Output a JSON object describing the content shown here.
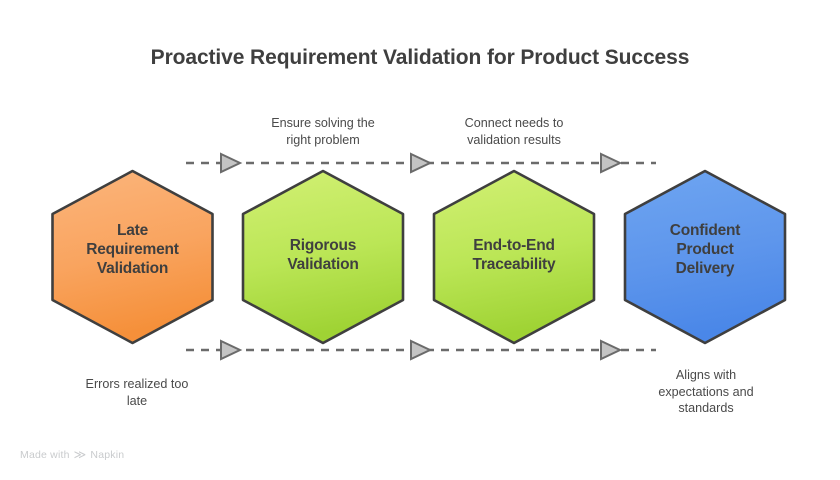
{
  "page": {
    "title": "Proactive Requirement Validation for Product Success",
    "background_color": "#ffffff",
    "title_color": "#3f3f3f"
  },
  "diagram": {
    "type": "horizontal-flow",
    "shape": "hexagon",
    "nodes": [
      {
        "id": "late-requirement-validation",
        "label_lines": [
          "Late",
          "Requirement",
          "Validation"
        ],
        "label": "Late Requirement Validation",
        "fill_top": "#fab177",
        "fill_bottom": "#f5913a",
        "stroke": "#3f3f3f"
      },
      {
        "id": "rigorous-validation",
        "label_lines": [
          "Rigorous",
          "Validation"
        ],
        "label": "Rigorous Validation",
        "fill_top": "#cdee6e",
        "fill_bottom": "#9fd334",
        "stroke": "#3f3f3f"
      },
      {
        "id": "end-to-end-traceability",
        "label_lines": [
          "End-to-End",
          "Traceability"
        ],
        "label": "End-to-End Traceability",
        "fill_top": "#cdee6e",
        "fill_bottom": "#9fd334",
        "stroke": "#3f3f3f"
      },
      {
        "id": "confident-product-delivery",
        "label_lines": [
          "Confident",
          "Product",
          "Delivery"
        ],
        "label": "Confident Product Delivery",
        "fill_top": "#6ca3f0",
        "fill_bottom": "#4a87e8",
        "stroke": "#3f3f3f"
      }
    ],
    "connectors": {
      "style": "dashed",
      "color": "#6b6b6b",
      "arrowhead": "hollow-triangle",
      "arrowhead_fill": "#bdbdbd",
      "rows": [
        "top",
        "bottom"
      ],
      "arrow_count_per_row": 3
    },
    "annotations": [
      {
        "id": "note-ensure-solving",
        "position": "top",
        "lines": [
          "Ensure solving the",
          "right problem"
        ],
        "text": "Ensure solving the right problem"
      },
      {
        "id": "note-connect-needs",
        "position": "top",
        "lines": [
          "Connect needs to",
          "validation results"
        ],
        "text": "Connect needs to validation results"
      },
      {
        "id": "note-errors-realized",
        "position": "bottom",
        "lines": [
          "Errors realized too",
          "late"
        ],
        "text": "Errors realized too late"
      },
      {
        "id": "note-aligns-with",
        "position": "bottom",
        "lines": [
          "Aligns with",
          "expectations and",
          "standards"
        ],
        "text": "Aligns with expectations and standards"
      }
    ]
  },
  "footer": {
    "prefix": "Made with",
    "logo_icon": "napkin-logo-icon",
    "logo_glyph": "≫",
    "brand": "Napkin",
    "color": "#c9cbcd"
  }
}
